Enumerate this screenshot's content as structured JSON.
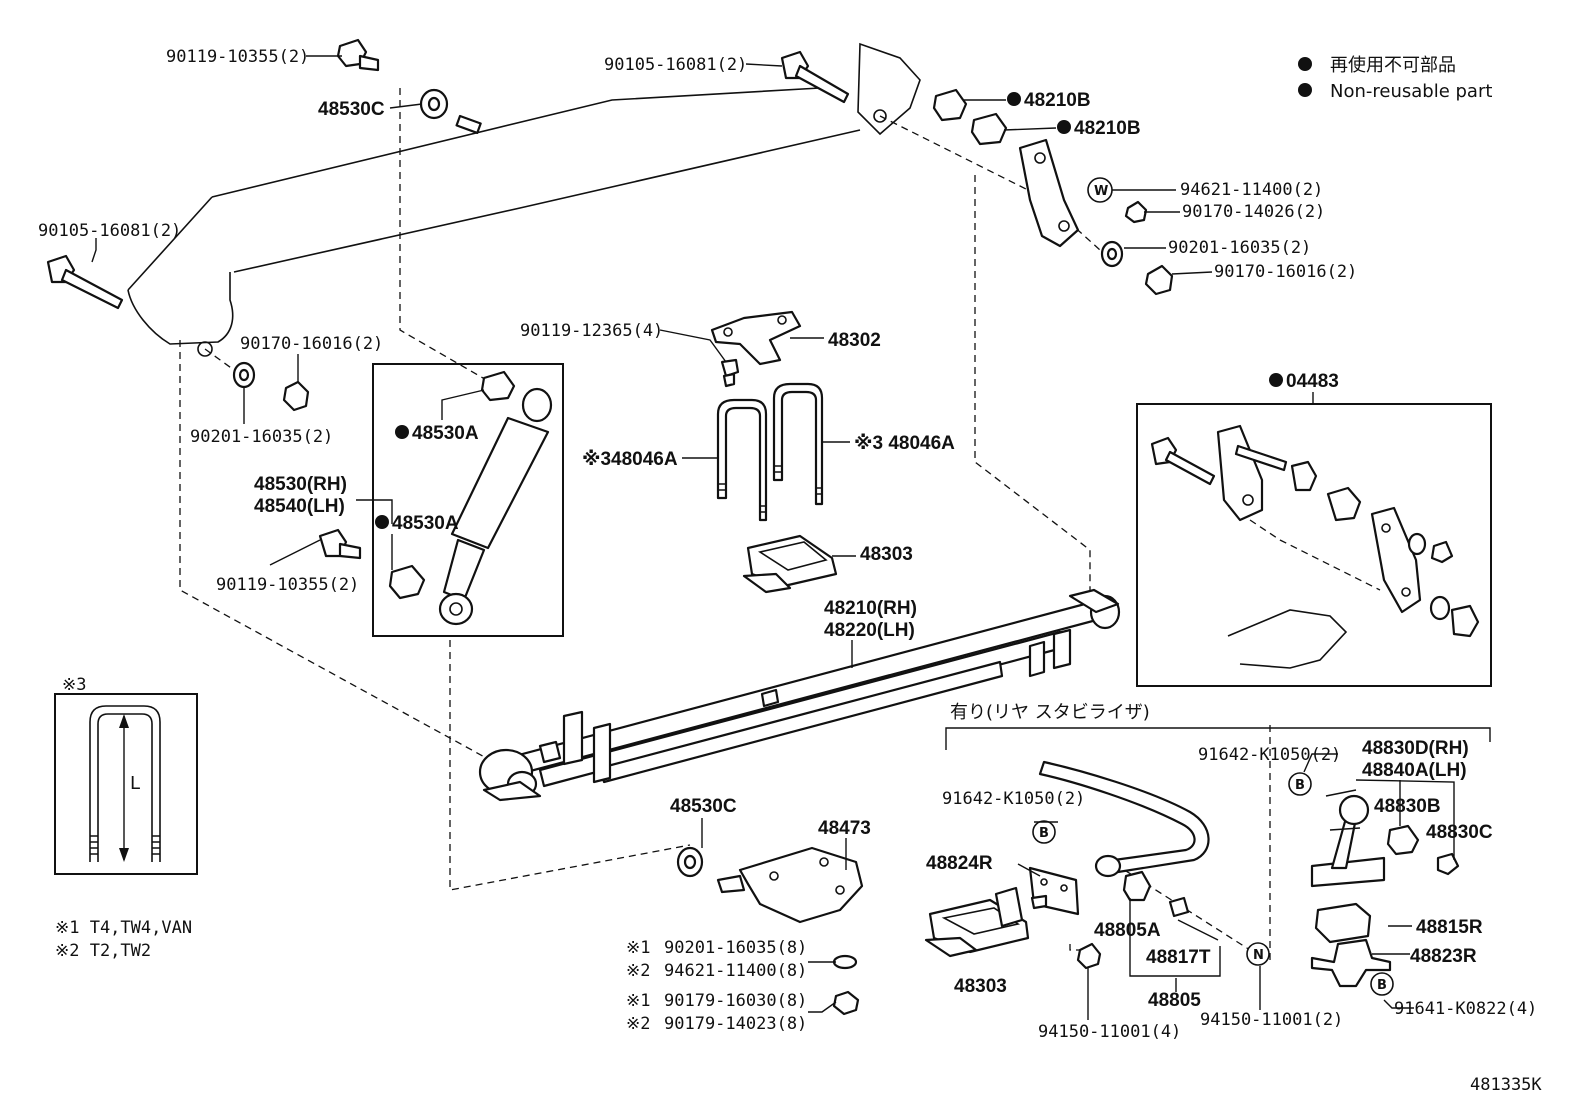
{
  "legend": {
    "line1": "再使用不可部品",
    "line2": "Non-reusable part"
  },
  "diagram_code": "481335K",
  "notes": {
    "note1": "※1 T4,TW4,VAN",
    "note2": "※2 T2,TW2",
    "inset_mark": "※3",
    "inset_dim": "L"
  },
  "section_title": "有り(リヤ スタビライザ)",
  "badges": {
    "b": "B",
    "n": "N",
    "w": "W"
  },
  "labels": {
    "p90119_10355_top": "90119-10355(2)",
    "p48530c_top": "48530C",
    "p90105_16081_center": "90105-16081(2)",
    "p90105_16081_left": "90105-16081(2)",
    "p48210b_1": "48210B",
    "p48210b_2": "48210B",
    "p94621_11400_2": "94621-11400(2)",
    "p90170_14026": "90170-14026(2)",
    "p90201_16035_right": "90201-16035(2)",
    "p90170_16016_right": "90170-16016(2)",
    "p90170_16016_left": "90170-16016(2)",
    "p90201_16035_left": "90201-16035(2)",
    "p90119_12365": "90119-12365(4)",
    "p48302": "48302",
    "p48530a_1": "48530A",
    "p48530a_2": "48530A",
    "p48530rh": "48530(RH)",
    "p48540lh": "48540(LH)",
    "p48046a_left": "※348046A",
    "p48046a_right": "※3 48046A",
    "p90119_10355_mid": "90119-10355(2)",
    "p48303_top": "48303",
    "p48210rh": "48210(RH)",
    "p48220lh": "48220(LH)",
    "p04483": "04483",
    "p48530c_bottom": "48530C",
    "p48473": "48473",
    "p90201_16035_8": "90201-16035(8)",
    "p94621_11400_8": "94621-11400(8)",
    "p90179_16030_8": "90179-16030(8)",
    "p90179_14023_8": "90179-14023(8)",
    "mark1a": "※1",
    "mark2a": "※2",
    "mark1b": "※1",
    "mark2b": "※2",
    "p91642_k1050_a": "91642-K1050(2)",
    "p91642_k1050_b": "91642-K1050(2)",
    "p48830d": "48830D(RH)",
    "p48840a": "48840A(LH)",
    "p48830b": "48830B",
    "p48830c": "48830C",
    "p48824r": "48824R",
    "p48805a": "48805A",
    "p48817t": "48817T",
    "p48805": "48805",
    "p48815r": "48815R",
    "p48823r": "48823R",
    "p48303_bottom": "48303",
    "p94150_11001_4": "94150-11001(4)",
    "p94150_11001_2": "94150-11001(2)",
    "p91641_k0822": "91641-K0822(4)"
  }
}
